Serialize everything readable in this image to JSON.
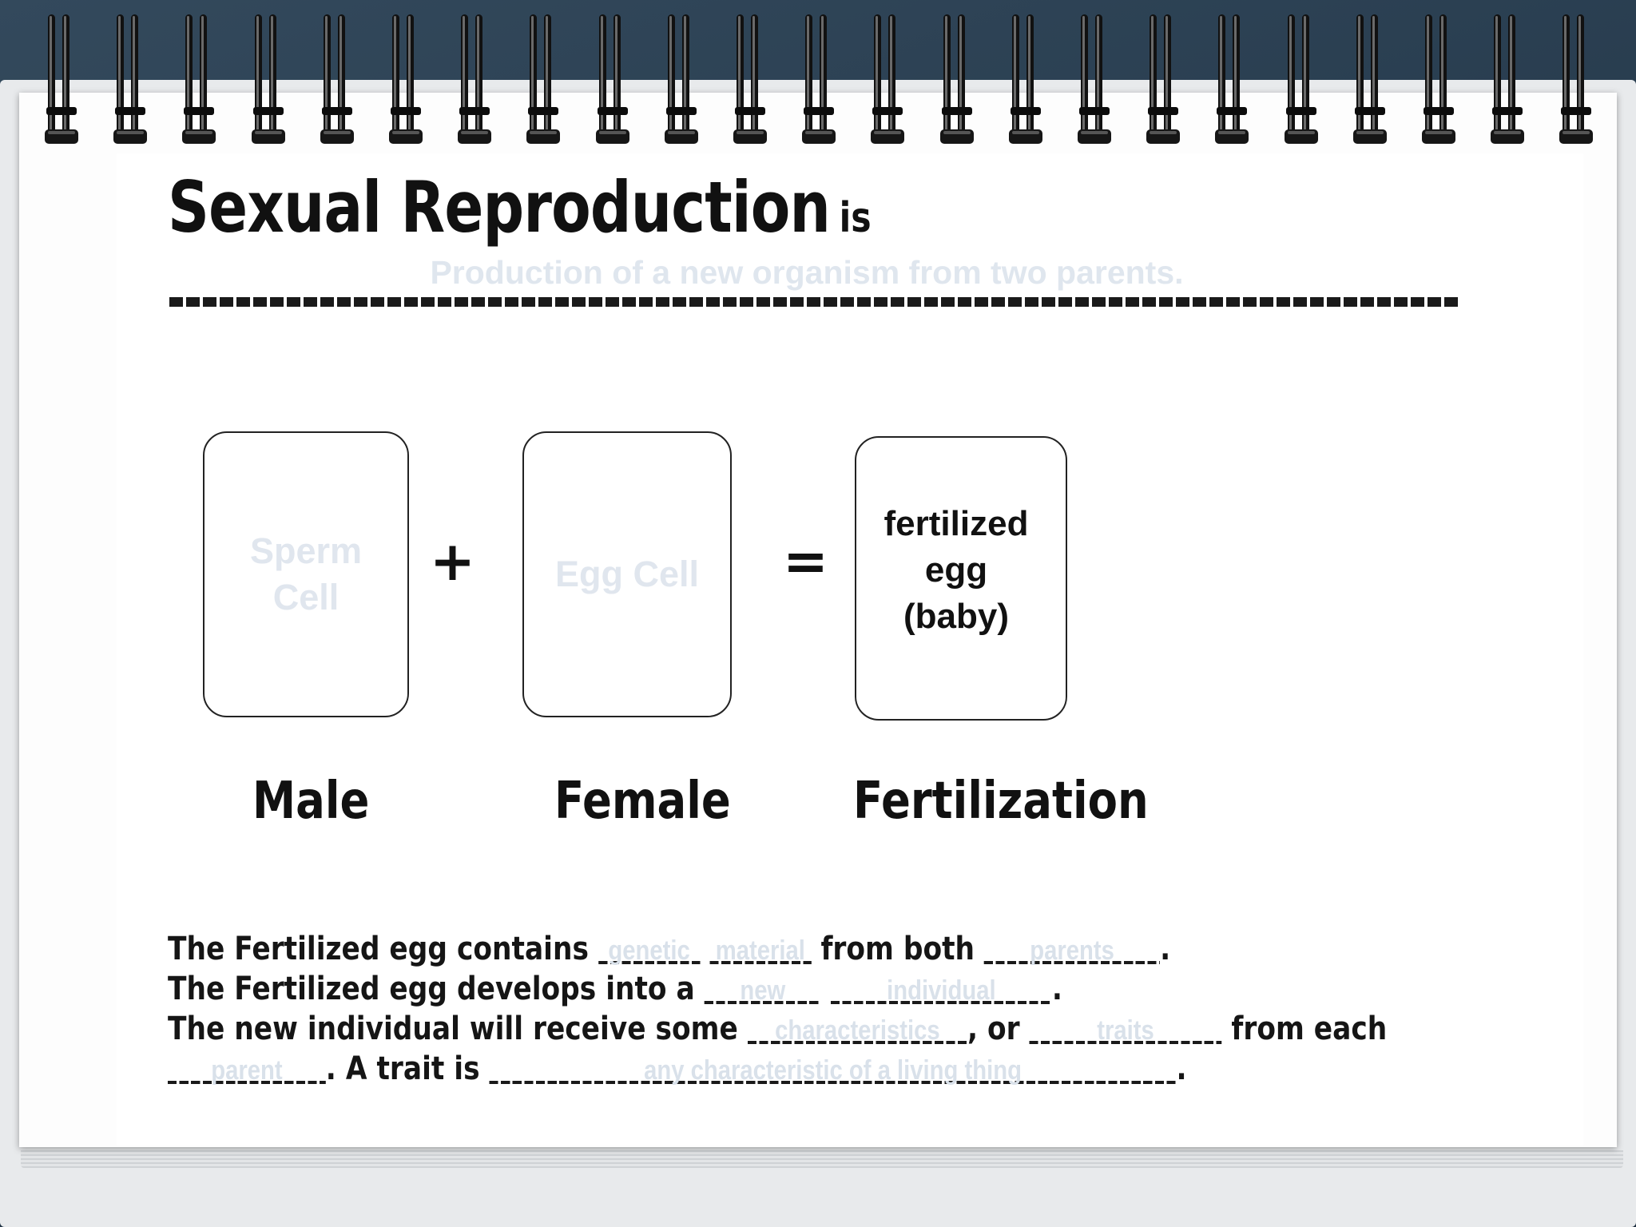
{
  "title": {
    "main": "Sexual Reproduction",
    "suffix": "is"
  },
  "definition_answer": "Production of a new organism from two parents.",
  "diagram": {
    "male_box": {
      "line1": "Sperm",
      "line2": "Cell"
    },
    "plus": "+",
    "female_box": {
      "text": "Egg Cell"
    },
    "equals": "=",
    "fert_box": {
      "line1": "fertilized",
      "line2": "egg",
      "line3": "(baby)"
    },
    "labels": {
      "male": "Male",
      "female": "Female",
      "fert": "Fertilization"
    }
  },
  "sentences": {
    "s1_a": "The Fertilized egg contains",
    "s1_blank1": "genetic",
    "s1_blank2": "material",
    "s1_b": "from both",
    "s1_blank3": "parents",
    "s1_end": ".",
    "s2_a": "The Fertilized egg develops into a",
    "s2_blank1": "new",
    "s2_blank2": "individual",
    "s2_end": ".",
    "s3_a": "The new individual will receive some",
    "s3_blank1": "characteristics",
    "s3_b": ", or",
    "s3_blank2": "traits",
    "s3_c": "from each",
    "s4_blank1": "parent",
    "s4_a": ".  A trait is",
    "s4_blank2": "any characteristic of a living thing",
    "s4_end": "."
  }
}
